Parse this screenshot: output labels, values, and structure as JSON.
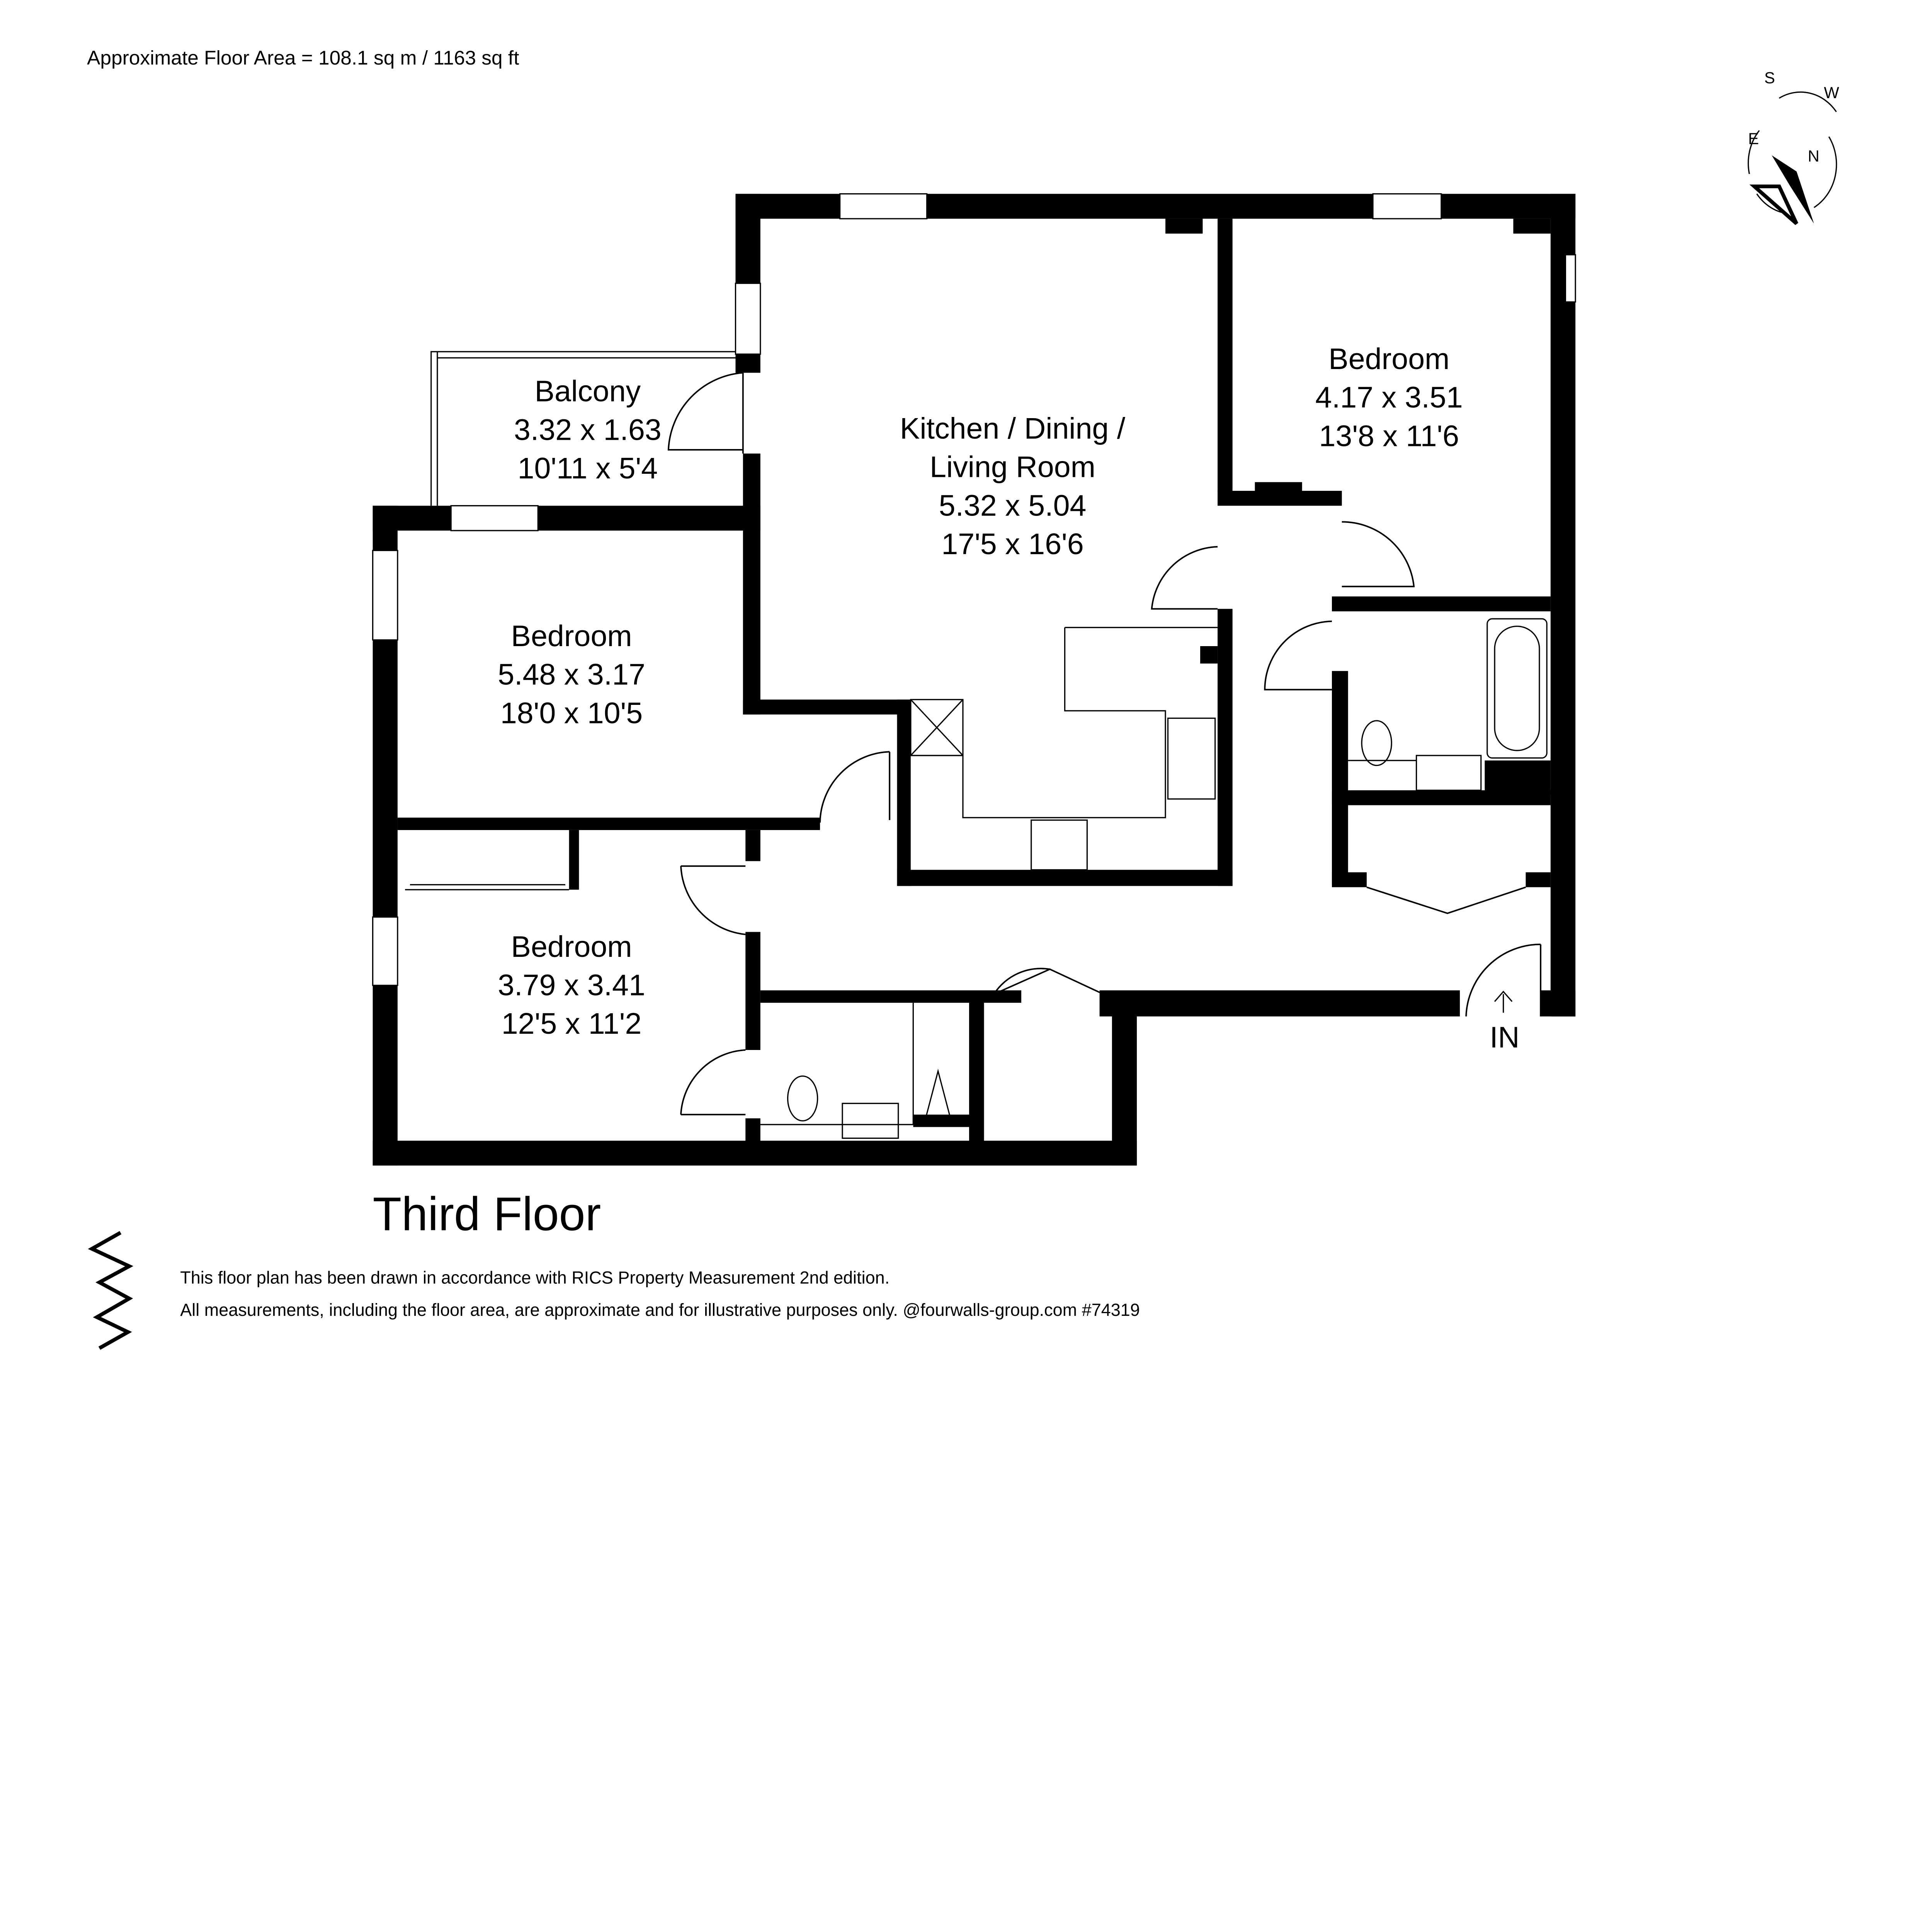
{
  "header": {
    "area_text": "Approximate Floor Area = 108.1 sq m / 1163 sq ft"
  },
  "compass": {
    "s": "S",
    "w": "W",
    "e": "E",
    "n": "N"
  },
  "rooms": [
    {
      "name": "Balcony",
      "metric": "3.32 x 1.63",
      "imperial": "10'11 x 5'4"
    },
    {
      "name": "Kitchen / Dining /",
      "name2": "Living Room",
      "metric": "5.32 x 5.04",
      "imperial": "17'5 x 16'6"
    },
    {
      "name": "Bedroom",
      "metric": "4.17 x 3.51",
      "imperial": "13'8 x 11'6"
    },
    {
      "name": "Bedroom",
      "metric": "5.48 x 3.17",
      "imperial": "18'0 x 10'5"
    },
    {
      "name": "Bedroom",
      "metric": "3.79 x 3.41",
      "imperial": "12'5 x 11'2"
    }
  ],
  "entrance_label": "IN",
  "floor_label": "Third Floor",
  "footer": {
    "line1": "This floor plan has been drawn in accordance with RICS Property Measurement 2nd edition.",
    "line2": "All measurements, including the floor area, are approximate and for illustrative purposes only. @fourwalls-group.com #74319"
  },
  "colors": {
    "wall": "#000000",
    "background": "#ffffff"
  }
}
